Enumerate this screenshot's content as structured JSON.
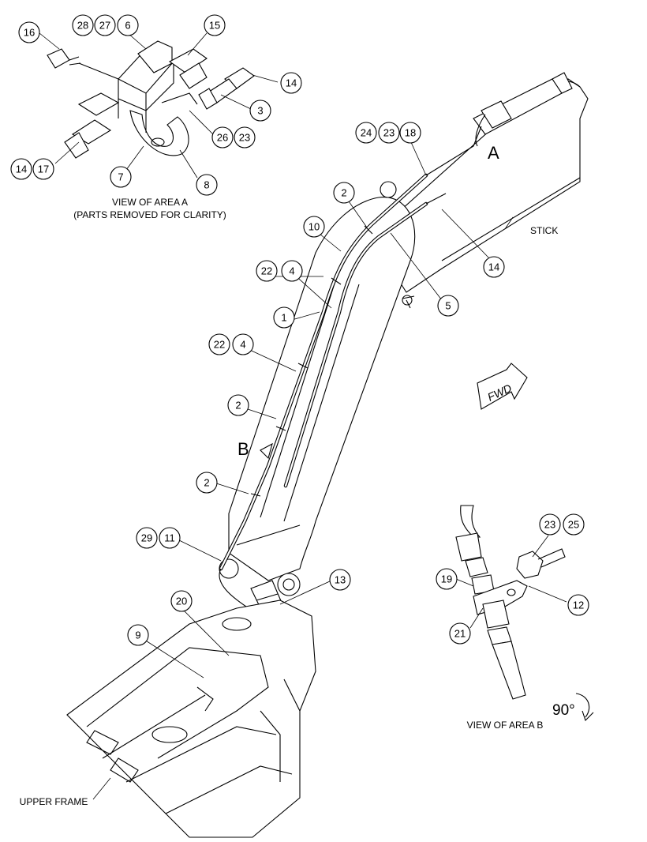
{
  "callouts": [
    {
      "id": "c16",
      "text": "16"
    },
    {
      "id": "c28",
      "text": "28"
    },
    {
      "id": "c27",
      "text": "27"
    },
    {
      "id": "c6",
      "text": "6"
    },
    {
      "id": "c15",
      "text": "15"
    },
    {
      "id": "c14a",
      "text": "14"
    },
    {
      "id": "c3",
      "text": "3"
    },
    {
      "id": "c26",
      "text": "26"
    },
    {
      "id": "c23a",
      "text": "23"
    },
    {
      "id": "c14b",
      "text": "14"
    },
    {
      "id": "c17",
      "text": "17"
    },
    {
      "id": "c7",
      "text": "7"
    },
    {
      "id": "c8",
      "text": "8"
    },
    {
      "id": "c24",
      "text": "24"
    },
    {
      "id": "c23b",
      "text": "23"
    },
    {
      "id": "c18",
      "text": "18"
    },
    {
      "id": "c2a",
      "text": "2"
    },
    {
      "id": "c10",
      "text": "10"
    },
    {
      "id": "c14c",
      "text": "14"
    },
    {
      "id": "c22a",
      "text": "22"
    },
    {
      "id": "c4a",
      "text": "4"
    },
    {
      "id": "c5",
      "text": "5"
    },
    {
      "id": "c1",
      "text": "1"
    },
    {
      "id": "c22b",
      "text": "22"
    },
    {
      "id": "c4b",
      "text": "4"
    },
    {
      "id": "c2b",
      "text": "2"
    },
    {
      "id": "c2c",
      "text": "2"
    },
    {
      "id": "c29",
      "text": "29"
    },
    {
      "id": "c11",
      "text": "11"
    },
    {
      "id": "c13",
      "text": "13"
    },
    {
      "id": "c20",
      "text": "20"
    },
    {
      "id": "c9",
      "text": "9"
    },
    {
      "id": "c23c",
      "text": "23"
    },
    {
      "id": "c25",
      "text": "25"
    },
    {
      "id": "c19",
      "text": "19"
    },
    {
      "id": "c12",
      "text": "12"
    },
    {
      "id": "c21",
      "text": "21"
    }
  ],
  "labels": {
    "view_a_line1": "VIEW OF AREA A",
    "view_a_line2": "(PARTS REMOVED FOR CLARITY)",
    "stick": "STICK",
    "area_a": "A",
    "area_b": "B",
    "fwd": "FWD",
    "view_b": "VIEW OF AREA B",
    "rotation": "90°",
    "upper_frame": "UPPER FRAME"
  }
}
